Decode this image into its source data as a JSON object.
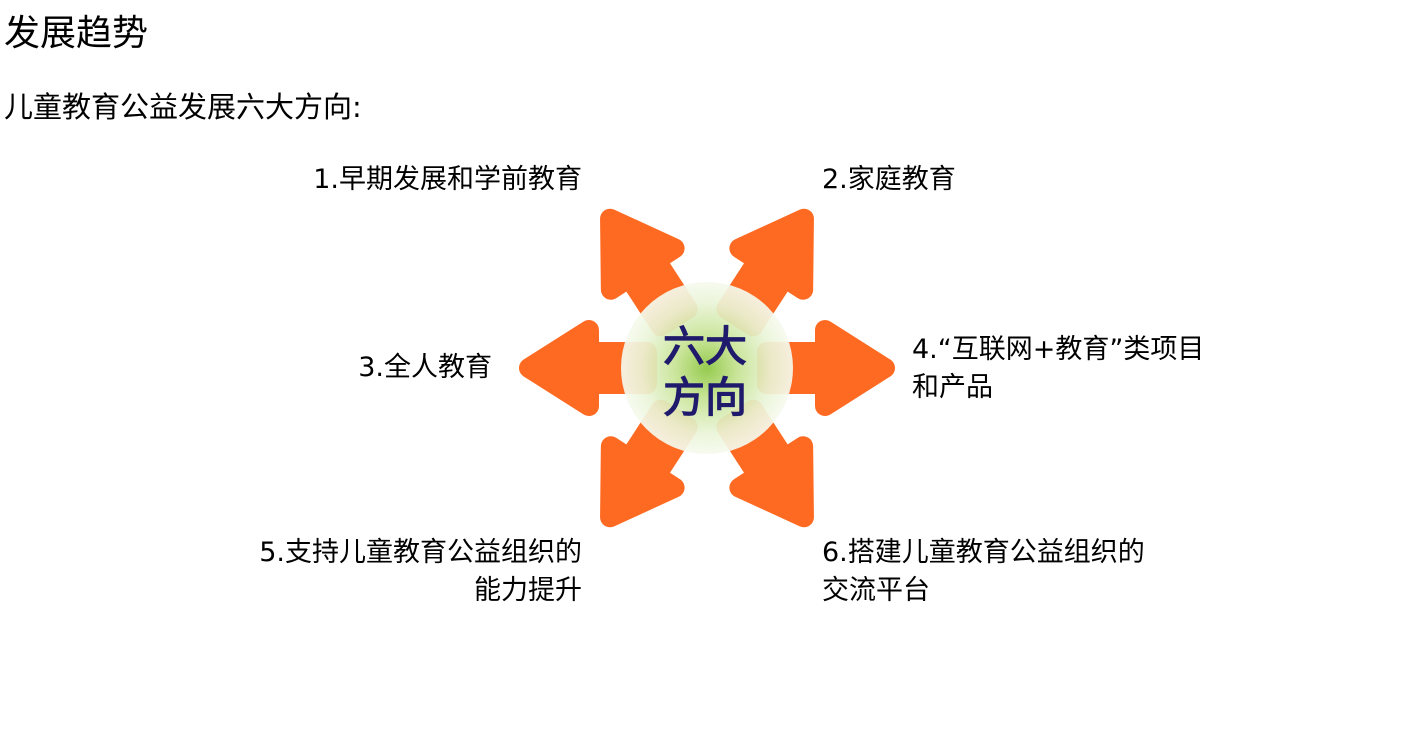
{
  "title": "发展趋势",
  "subtitle": "儿童教育公益发展六大方向:",
  "center": {
    "line1": "六大",
    "line2": "方向"
  },
  "directions": [
    {
      "lines": [
        "1.早期发展和学前教育"
      ]
    },
    {
      "lines": [
        "2.家庭教育"
      ]
    },
    {
      "lines": [
        "3.全人教育"
      ]
    },
    {
      "lines": [
        "4.“互联网+教育”类项目",
        "和产品"
      ]
    },
    {
      "lines": [
        "5.支持儿童教育公益组织的",
        "能力提升"
      ]
    },
    {
      "lines": [
        "6.搭建儿童教育公益组织的",
        "交流平台"
      ]
    }
  ],
  "colors": {
    "arrow": "#FF6A22",
    "center_glow": "#8CC63F",
    "center_text": "#1F1A6B"
  }
}
